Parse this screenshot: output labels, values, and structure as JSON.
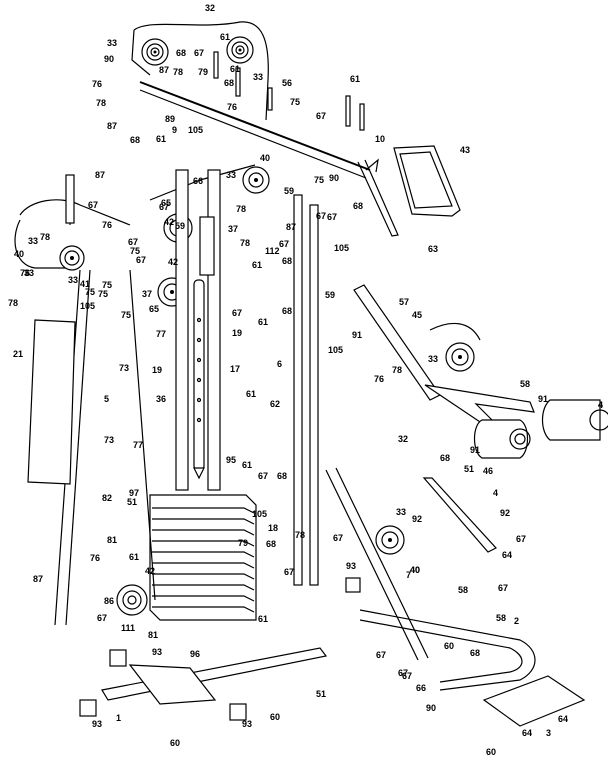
{
  "title": "Home Gym Exploded Parts Diagram",
  "colors": {
    "ink": "#000000",
    "paper": "#ffffff"
  },
  "labels": [
    {
      "id": "l1",
      "text": "32"
    },
    {
      "id": "l2",
      "text": "33"
    },
    {
      "id": "l3",
      "text": "61"
    },
    {
      "id": "l4",
      "text": "68"
    },
    {
      "id": "l5",
      "text": "67"
    },
    {
      "id": "l6",
      "text": "90"
    },
    {
      "id": "l7",
      "text": "87"
    },
    {
      "id": "l8",
      "text": "78"
    },
    {
      "id": "l9",
      "text": "79"
    },
    {
      "id": "l10",
      "text": "61"
    },
    {
      "id": "l11",
      "text": "33"
    },
    {
      "id": "l12",
      "text": "76"
    },
    {
      "id": "l13",
      "text": "78"
    },
    {
      "id": "l14",
      "text": "68"
    },
    {
      "id": "l15",
      "text": "56"
    },
    {
      "id": "l16",
      "text": "75"
    },
    {
      "id": "l17",
      "text": "67"
    },
    {
      "id": "l18",
      "text": "76"
    },
    {
      "id": "l19",
      "text": "87"
    },
    {
      "id": "l20",
      "text": "89"
    },
    {
      "id": "l21",
      "text": "9"
    },
    {
      "id": "l22",
      "text": "105"
    },
    {
      "id": "l23",
      "text": "68"
    },
    {
      "id": "l24",
      "text": "61"
    },
    {
      "id": "l25",
      "text": "61"
    },
    {
      "id": "l26",
      "text": "10"
    },
    {
      "id": "l27",
      "text": "43"
    },
    {
      "id": "l28",
      "text": "87"
    },
    {
      "id": "l29",
      "text": "40"
    },
    {
      "id": "l30",
      "text": "33"
    },
    {
      "id": "l31",
      "text": "75"
    },
    {
      "id": "l32",
      "text": "90"
    },
    {
      "id": "l33",
      "text": "66"
    },
    {
      "id": "l34",
      "text": "59"
    },
    {
      "id": "l35",
      "text": "67"
    },
    {
      "id": "l36",
      "text": "65"
    },
    {
      "id": "l37",
      "text": "67"
    },
    {
      "id": "l38",
      "text": "68"
    },
    {
      "id": "l39",
      "text": "63"
    },
    {
      "id": "l40",
      "text": "67"
    },
    {
      "id": "l41",
      "text": "78"
    },
    {
      "id": "l42",
      "text": "76"
    },
    {
      "id": "l43",
      "text": "42"
    },
    {
      "id": "l44",
      "text": "59"
    },
    {
      "id": "l45",
      "text": "37"
    },
    {
      "id": "l46",
      "text": "87"
    },
    {
      "id": "l47",
      "text": "67"
    },
    {
      "id": "l48",
      "text": "33"
    },
    {
      "id": "l49",
      "text": "40"
    },
    {
      "id": "l50",
      "text": "75"
    },
    {
      "id": "l51",
      "text": "112"
    },
    {
      "id": "l52",
      "text": "67"
    },
    {
      "id": "l53",
      "text": "105"
    },
    {
      "id": "l54",
      "text": "78"
    },
    {
      "id": "l55",
      "text": "42"
    },
    {
      "id": "l56",
      "text": "61"
    },
    {
      "id": "l57",
      "text": "68"
    },
    {
      "id": "l58",
      "text": "59"
    },
    {
      "id": "l59",
      "text": "57"
    },
    {
      "id": "l60",
      "text": "78"
    },
    {
      "id": "l61",
      "text": "33"
    },
    {
      "id": "l62",
      "text": "41"
    },
    {
      "id": "l63",
      "text": "75"
    },
    {
      "id": "l64",
      "text": "75"
    },
    {
      "id": "l65",
      "text": "37"
    },
    {
      "id": "l66",
      "text": "65"
    },
    {
      "id": "l67",
      "text": "67"
    },
    {
      "id": "l68",
      "text": "61"
    },
    {
      "id": "l69",
      "text": "68"
    },
    {
      "id": "l70",
      "text": "105"
    },
    {
      "id": "l71",
      "text": "91"
    },
    {
      "id": "l72",
      "text": "45"
    },
    {
      "id": "l73",
      "text": "105"
    },
    {
      "id": "l74",
      "text": "75"
    },
    {
      "id": "l75",
      "text": "19"
    },
    {
      "id": "l76",
      "text": "21"
    },
    {
      "id": "l77",
      "text": "77"
    },
    {
      "id": "l78",
      "text": "73"
    },
    {
      "id": "l79",
      "text": "19"
    },
    {
      "id": "l80",
      "text": "17"
    },
    {
      "id": "l81",
      "text": "6"
    },
    {
      "id": "l82",
      "text": "33"
    },
    {
      "id": "l83",
      "text": "58"
    },
    {
      "id": "l84",
      "text": "76"
    },
    {
      "id": "l85",
      "text": "78"
    },
    {
      "id": "l86",
      "text": "91"
    },
    {
      "id": "l87",
      "text": "4"
    },
    {
      "id": "l88",
      "text": "5"
    },
    {
      "id": "l89",
      "text": "36"
    },
    {
      "id": "l90",
      "text": "61"
    },
    {
      "id": "l91",
      "text": "62"
    },
    {
      "id": "l92",
      "text": "91"
    },
    {
      "id": "l93",
      "text": "46"
    },
    {
      "id": "l94",
      "text": "73"
    },
    {
      "id": "l95",
      "text": "77"
    },
    {
      "id": "l96",
      "text": "61"
    },
    {
      "id": "l97",
      "text": "95"
    },
    {
      "id": "l98",
      "text": "32"
    },
    {
      "id": "l99",
      "text": "67"
    },
    {
      "id": "l100",
      "text": "68"
    },
    {
      "id": "l101",
      "text": "68"
    },
    {
      "id": "l102",
      "text": "51"
    },
    {
      "id": "l103",
      "text": "4"
    },
    {
      "id": "l104",
      "text": "97"
    },
    {
      "id": "l105",
      "text": "82"
    },
    {
      "id": "l106",
      "text": "51"
    },
    {
      "id": "l107",
      "text": "105"
    },
    {
      "id": "l108",
      "text": "18"
    },
    {
      "id": "l109",
      "text": "33"
    },
    {
      "id": "l110",
      "text": "92"
    },
    {
      "id": "l111",
      "text": "92"
    },
    {
      "id": "l112",
      "text": "68"
    },
    {
      "id": "l113",
      "text": "79"
    },
    {
      "id": "l114",
      "text": "78"
    },
    {
      "id": "l115",
      "text": "67"
    },
    {
      "id": "l116",
      "text": "64"
    },
    {
      "id": "l117",
      "text": "67"
    },
    {
      "id": "l118",
      "text": "81"
    },
    {
      "id": "l119",
      "text": "76"
    },
    {
      "id": "l120",
      "text": "61"
    },
    {
      "id": "l121",
      "text": "42"
    },
    {
      "id": "l122",
      "text": "87"
    },
    {
      "id": "l123",
      "text": "86"
    },
    {
      "id": "l124",
      "text": "67"
    },
    {
      "id": "l125",
      "text": "67"
    },
    {
      "id": "l126",
      "text": "40"
    },
    {
      "id": "l127",
      "text": "93"
    },
    {
      "id": "l128",
      "text": "7"
    },
    {
      "id": "l129",
      "text": "58"
    },
    {
      "id": "l130",
      "text": "67"
    },
    {
      "id": "l131",
      "text": "58"
    },
    {
      "id": "l132",
      "text": "2"
    },
    {
      "id": "l133",
      "text": "111"
    },
    {
      "id": "l134",
      "text": "81"
    },
    {
      "id": "l135",
      "text": "61"
    },
    {
      "id": "l136",
      "text": "93"
    },
    {
      "id": "l137",
      "text": "96"
    },
    {
      "id": "l138",
      "text": "67"
    },
    {
      "id": "l139",
      "text": "67"
    },
    {
      "id": "l140",
      "text": "60"
    },
    {
      "id": "l141",
      "text": "68"
    },
    {
      "id": "l142",
      "text": "67"
    },
    {
      "id": "l143",
      "text": "66"
    },
    {
      "id": "l144",
      "text": "51"
    },
    {
      "id": "l145",
      "text": "90"
    },
    {
      "id": "l146",
      "text": "93"
    },
    {
      "id": "l147",
      "text": "1"
    },
    {
      "id": "l148",
      "text": "93"
    },
    {
      "id": "l149",
      "text": "60"
    },
    {
      "id": "l150",
      "text": "60"
    },
    {
      "id": "l151",
      "text": "64"
    },
    {
      "id": "l152",
      "text": "3"
    },
    {
      "id": "l153",
      "text": "64"
    },
    {
      "id": "l154",
      "text": "60"
    },
    {
      "id": "l155",
      "text": "4"
    },
    {
      "id": "l156",
      "text": "40"
    },
    {
      "id": "l157",
      "text": "33"
    },
    {
      "id": "l158",
      "text": "76"
    },
    {
      "id": "l159",
      "text": "78"
    },
    {
      "id": "l160",
      "text": "67"
    },
    {
      "id": "l161",
      "text": "67"
    },
    {
      "id": "l162",
      "text": "75"
    }
  ]
}
